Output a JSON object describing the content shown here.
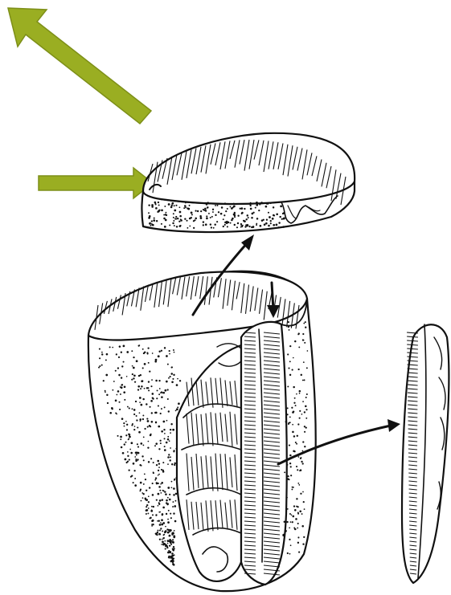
{
  "colors": {
    "annotation_arrow": "#9aae22",
    "annotation_arrow_edge": "#7d8f18",
    "ink": "#111111",
    "background": "#ffffff"
  },
  "figure": {
    "parts": [
      "core",
      "core-tablet",
      "blade-flake"
    ],
    "annotation_arrows": [
      "diagonal-arrow",
      "horizontal-arrow"
    ],
    "removal_arrows": [
      "tablet-removal-arrow",
      "flake-removal-arrow",
      "blow-arrow"
    ]
  }
}
